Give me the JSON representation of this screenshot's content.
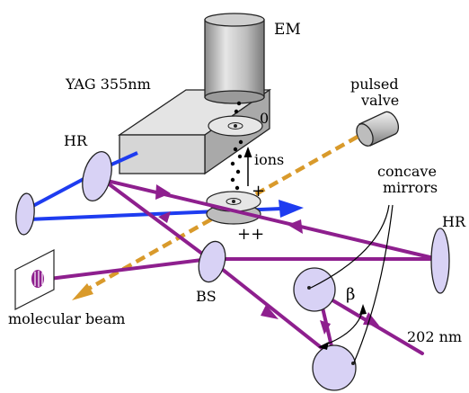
{
  "labels": {
    "em": "EM",
    "yag": "YAG 355nm",
    "zero": "0",
    "pulsed": "pulsed",
    "valve": "valve",
    "hr_left": "HR",
    "ions": "ions",
    "concave": "concave",
    "mirrors": "mirrors",
    "plus": "+",
    "plusplus": "++",
    "hr_right": "HR",
    "bs": "BS",
    "beta": "β",
    "molecular_beam": "molecular beam",
    "wavelength_202": "202 nm"
  },
  "colors": {
    "purple_beam": "#8e1f8e",
    "blue_beam": "#1e3cf0",
    "mirror_fill": "#d8d2f5",
    "molecular_beam": "#d99a2b",
    "plate_fill": "#e6e6e6"
  }
}
